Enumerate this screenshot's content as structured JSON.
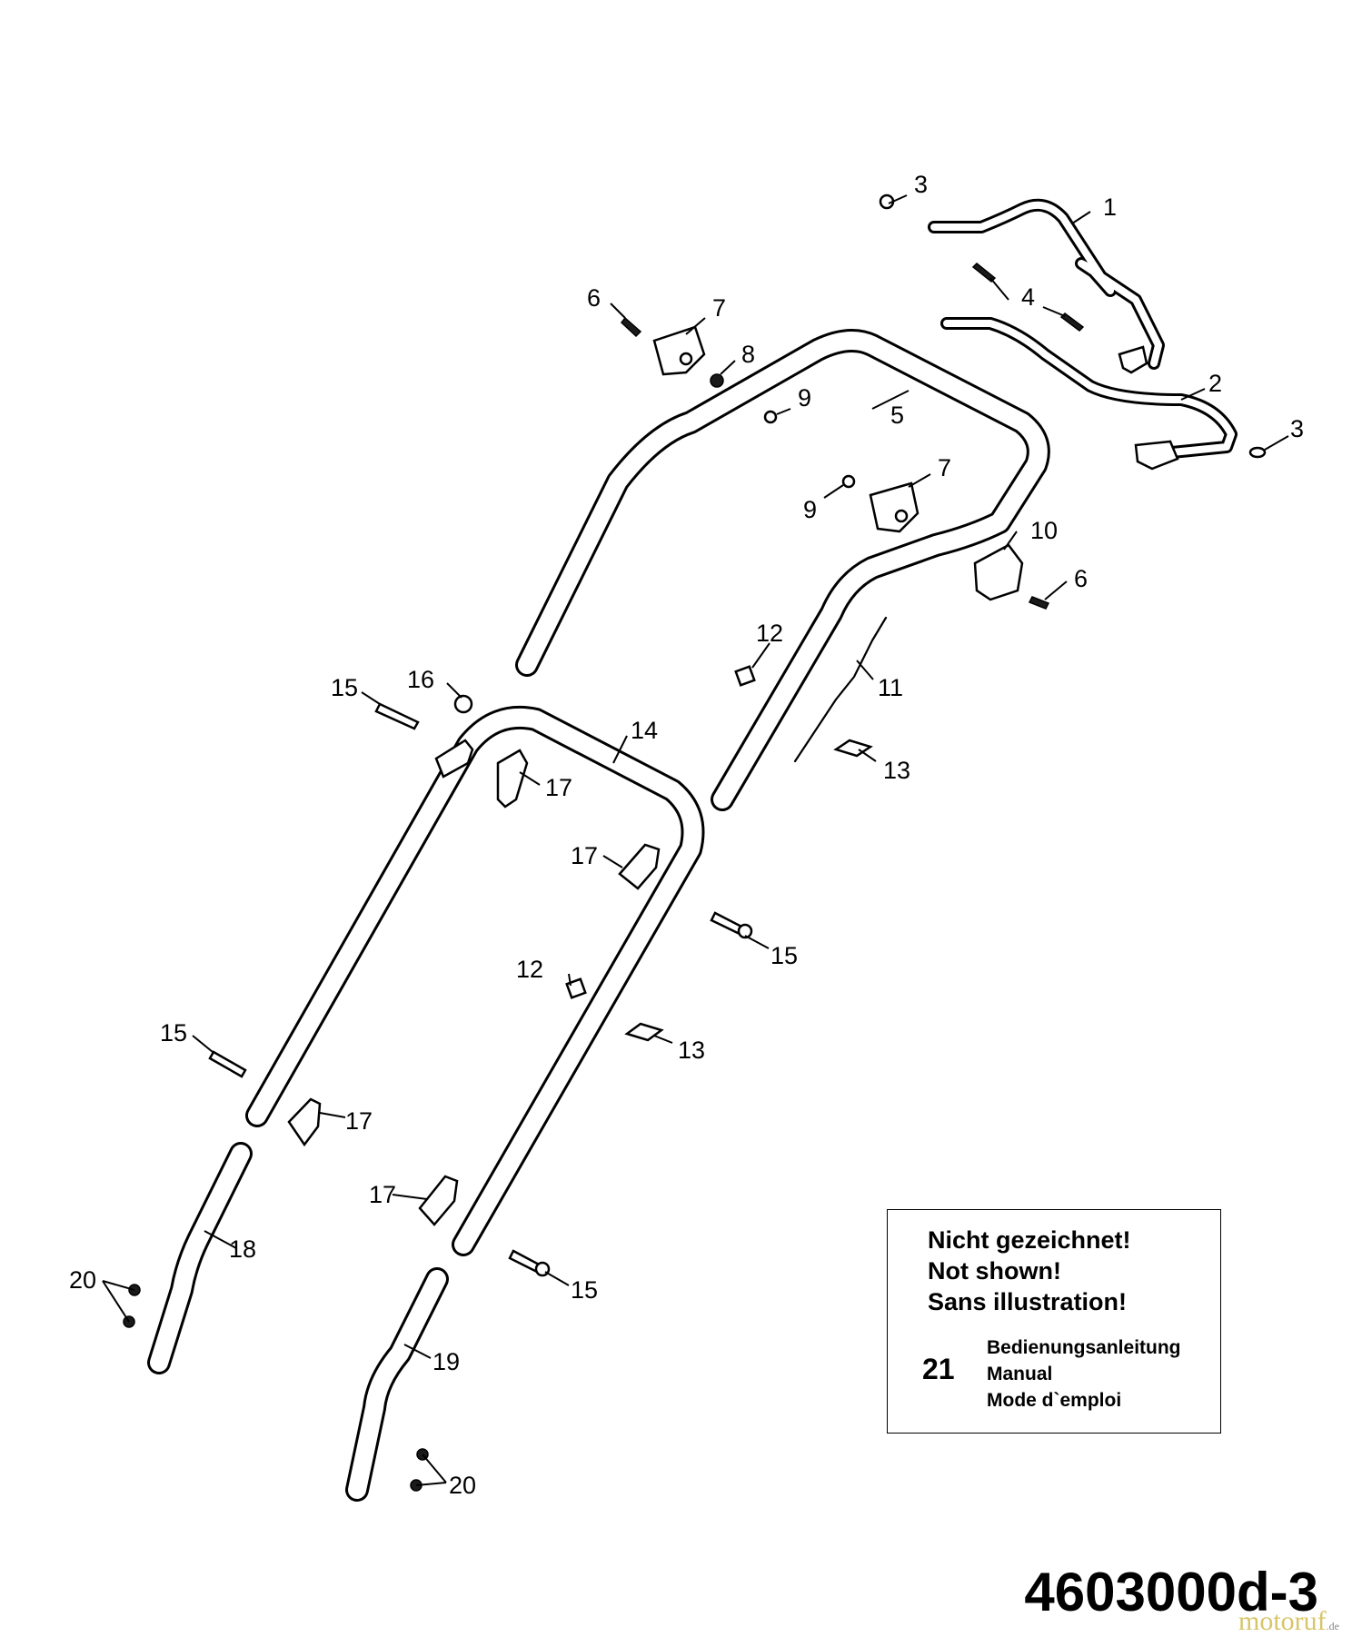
{
  "callouts": {
    "c1": "1",
    "c2": "2",
    "c3a": "3",
    "c3b": "3",
    "c4": "4",
    "c5": "5",
    "c6a": "6",
    "c6b": "6",
    "c7a": "7",
    "c7b": "7",
    "c8": "8",
    "c9a": "9",
    "c9b": "9",
    "c10": "10",
    "c11": "11",
    "c12a": "12",
    "c12b": "12",
    "c13a": "13",
    "c13b": "13",
    "c14": "14",
    "c15a": "15",
    "c15b": "15",
    "c15c": "15",
    "c15d": "15",
    "c16": "16",
    "c17a": "17",
    "c17b": "17",
    "c17c": "17",
    "c17d": "17",
    "c18": "18",
    "c19": "19",
    "c20a": "20",
    "c20b": "20"
  },
  "note": {
    "line1": "Nicht gezeichnet!",
    "line2": "Not shown!",
    "line3": "Sans illustration!",
    "item_number": "21",
    "item_de": "Bedienungsanleitung",
    "item_en": "Manual",
    "item_fr": "Mode d`emploi"
  },
  "diagram_id": "4603000d-3",
  "watermark": {
    "text": "motoruf",
    "suffix": ".de",
    "color": "#d7c56a"
  }
}
